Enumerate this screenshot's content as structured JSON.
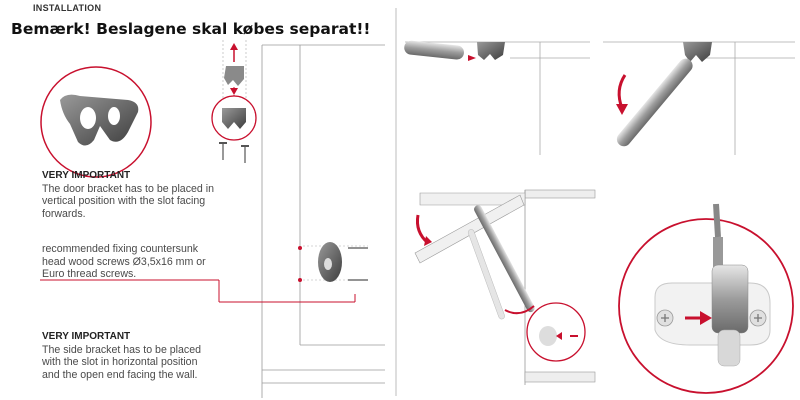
{
  "header": {
    "section_label": "INSTALLATION",
    "warning": "Bemærk! Beslagene skal købes separat!!"
  },
  "notes": {
    "door_bracket": {
      "title": "VERY IMPORTANT",
      "text": "The door bracket has to be placed in vertical position with the slot facing forwards."
    },
    "screws": {
      "text": "recommended fixing countersunk head wood screws Ø3,5x16 mm or Euro thread screws."
    },
    "side_bracket": {
      "title": "VERY IMPORTANT",
      "text": "The side bracket has to be placed with the slot in horizontal position and the open end facing the wall."
    }
  },
  "colors": {
    "accent_red": "#c8102e",
    "line_gray": "#9a9a9a",
    "metal_gray": "#8c8c8c"
  }
}
